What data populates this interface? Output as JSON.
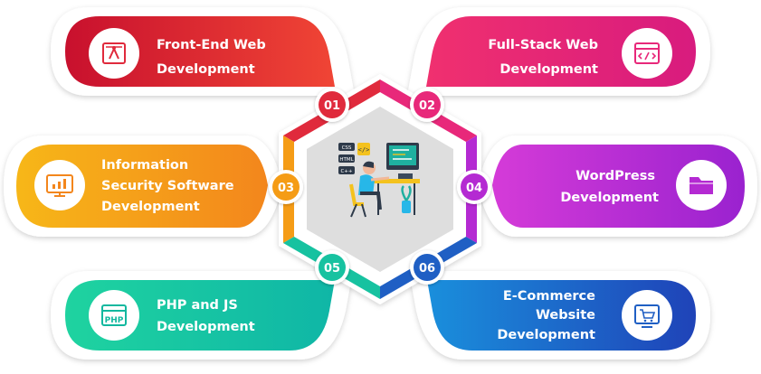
{
  "services": [
    {
      "number": "01",
      "line1": "Front-End Web",
      "line2": "Development",
      "line3": "",
      "icon": "design-pen-icon",
      "color": "#e02a3c"
    },
    {
      "number": "02",
      "line1": "Full-Stack Web",
      "line2": "Development",
      "line3": "",
      "icon": "code-window-icon",
      "color": "#e8287a"
    },
    {
      "number": "03",
      "line1": "Information",
      "line2": "Security Software",
      "line3": "Development",
      "icon": "monitor-chart-icon",
      "color": "#f59c16"
    },
    {
      "number": "04",
      "line1": "WordPress",
      "line2": "Development",
      "line3": "",
      "icon": "folder-icon",
      "color": "#b42ad2"
    },
    {
      "number": "05",
      "line1": "PHP and JS",
      "line2": "Development",
      "line3": "",
      "icon": "php-file-icon",
      "color": "#17c2a0"
    },
    {
      "number": "06",
      "line1": "E-Commerce",
      "line2": "Website",
      "line3": "Development",
      "icon": "shopping-cart-icon",
      "color": "#1f5fc4"
    }
  ],
  "center": {
    "illustration": "developer-at-desk-illustration",
    "tags": [
      "CSS",
      "HTML",
      "C++"
    ]
  }
}
